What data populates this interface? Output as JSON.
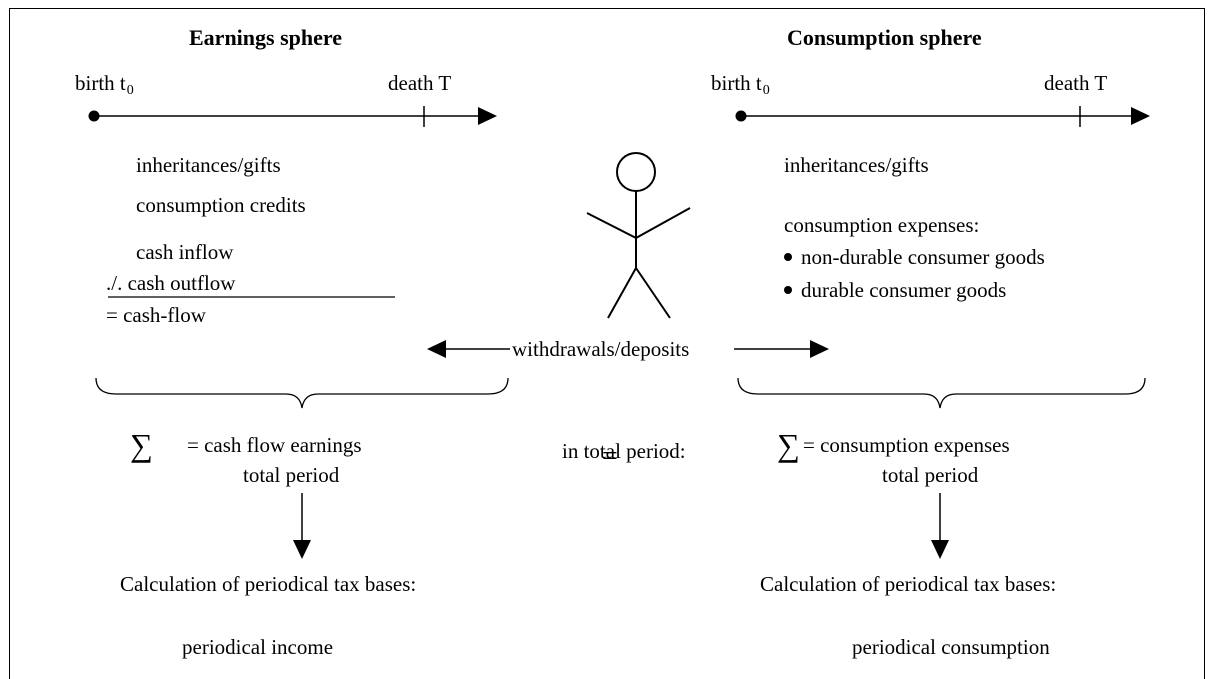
{
  "earnings": {
    "title": "Earnings sphere",
    "birth": "birth t",
    "birth_sub": "0",
    "death": "death T",
    "inheritances": "inheritances/gifts",
    "credits": "consumption credits",
    "cash_inflow": "cash inflow",
    "cash_outflow": "./. cash outflow",
    "cash_flow": "=  cash-flow",
    "sigma": "∑",
    "sum_line1": "= cash flow earnings",
    "sum_line2": "total period",
    "calc": "Calculation of periodical tax bases:",
    "result": "periodical income"
  },
  "consumption": {
    "title": "Consumption sphere",
    "birth": "birth t",
    "birth_sub": "0",
    "death": "death T",
    "inheritances": "inheritances/gifts",
    "expenses_header": "consumption expenses:",
    "bullet1": "non-durable consumer goods",
    "bullet2": "durable consumer goods",
    "sigma": "∑",
    "sum_line1": "= consumption expenses",
    "sum_line2": "total period",
    "calc": "Calculation of periodical tax bases:",
    "result": "periodical consumption"
  },
  "center": {
    "flow_label": "withdrawals/deposits",
    "total_label": "in total period:",
    "equals": "="
  }
}
